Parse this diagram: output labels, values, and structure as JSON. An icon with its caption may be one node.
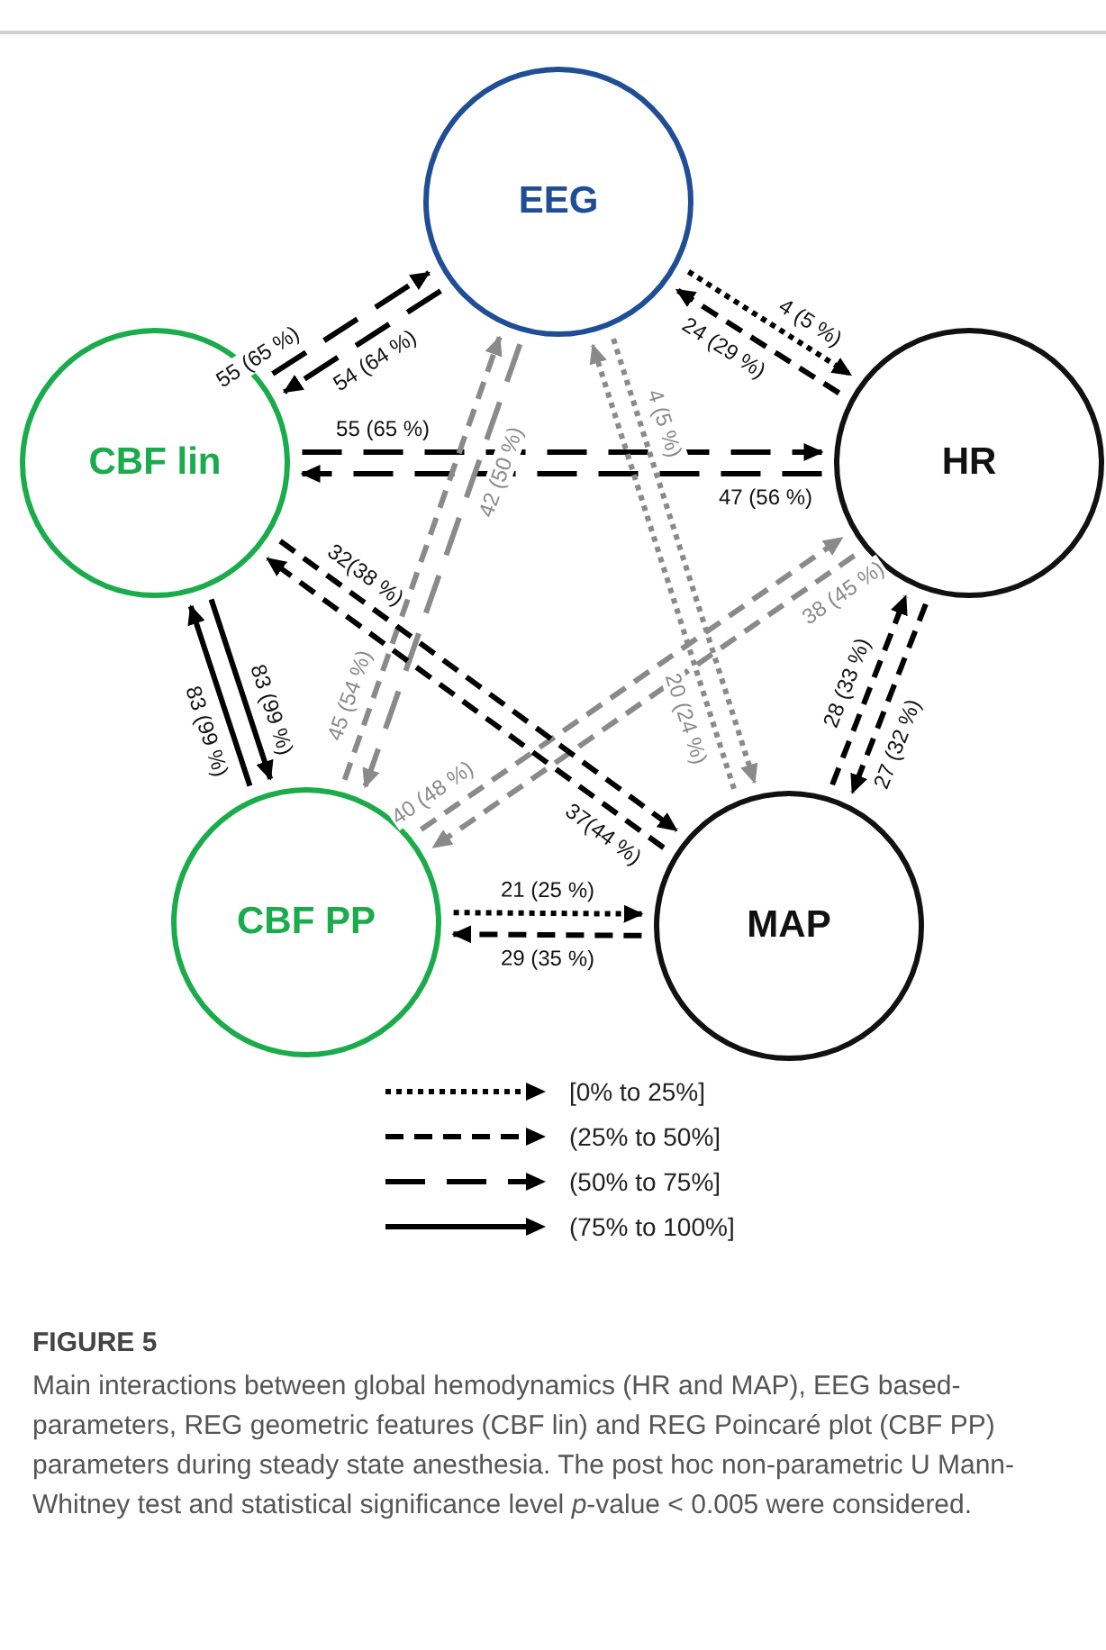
{
  "diagram": {
    "title": "FIGURE 5",
    "caption": "Main interactions between global hemodynamics (HR and MAP), EEG based-parameters, REG geometric features (CBF lin) and REG Poincaré plot (CBF PP) parameters during steady state anesthesia. The post hoc non-parametric U Mann-Whitney test and statistical significance level *p*-value < 0.005 were considered.",
    "nodes": [
      {
        "text": [
          "EEG"
        ]
      },
      {
        "text": [
          "CBF lin"
        ]
      },
      {
        "text": [
          "HR"
        ]
      },
      {
        "text": [
          "CBF PP"
        ]
      },
      {
        "text": [
          "MAP"
        ]
      }
    ],
    "edges": [
      {
        "from": 1,
        "to": 0,
        "arrow": "to",
        "label": "55 (65 %)",
        "style": "dashed"
      },
      {
        "from": 0,
        "to": 1,
        "arrow": "to",
        "label": "54 (64 %)",
        "style": "dashed"
      },
      {
        "from": 0,
        "to": 2,
        "arrow": "to",
        "label": "4 (5 %)",
        "style": "dashed"
      },
      {
        "from": 2,
        "to": 0,
        "arrow": "to",
        "label": "24 (29 %)",
        "style": "dashed"
      },
      {
        "from": 1,
        "to": 2,
        "arrow": "to",
        "label": "55 (65 %)",
        "style": "dashed"
      },
      {
        "from": 2,
        "to": 1,
        "arrow": "to",
        "label": "47 (56 %)",
        "style": "dashed"
      },
      {
        "from": 3,
        "to": 0,
        "arrow": "to",
        "label": "42 (50 %)",
        "style": "dashed",
        "color": "#8a8a8a"
      },
      {
        "from": 0,
        "to": 3,
        "arrow": "to",
        "label": "45 (54 %)",
        "style": "dashed",
        "color": "#8a8a8a"
      },
      {
        "from": 4,
        "to": 0,
        "arrow": "to",
        "label": "20 (24 %)",
        "style": "dashed",
        "color": "#8a8a8a"
      },
      {
        "from": 0,
        "to": 4,
        "arrow": "to",
        "label": "4 (5 %)",
        "style": "dashed",
        "color": "#8a8a8a"
      },
      {
        "from": 3,
        "to": 2,
        "arrow": "to",
        "label": "38 (45 %)",
        "style": "dashed",
        "color": "#8a8a8a"
      },
      {
        "from": 2,
        "to": 3,
        "arrow": "to",
        "label": "40 (48 %)",
        "style": "dashed",
        "color": "#8a8a8a"
      },
      {
        "from": 1,
        "to": 4,
        "arrow": "to",
        "label": "37(44 %)",
        "style": "dashed"
      },
      {
        "from": 4,
        "to": 1,
        "arrow": "to",
        "label": "32(38 %)",
        "style": "dashed"
      },
      {
        "from": 3,
        "to": 1,
        "arrow": "to",
        "label": "83 (99 %)"
      },
      {
        "from": 1,
        "to": 3,
        "arrow": "to",
        "label": "83 (99 %)"
      },
      {
        "from": 4,
        "to": 2,
        "arrow": "to",
        "label": "28 (33 %)",
        "style": "dashed"
      },
      {
        "from": 2,
        "to": 4,
        "arrow": "to",
        "label": "27 (32 %)",
        "style": "dashed"
      },
      {
        "from": 3,
        "to": 4,
        "arrow": "to",
        "label": "21 (25 %)",
        "style": "dashed"
      },
      {
        "from": 4,
        "to": 3,
        "arrow": "to",
        "label": "29 (35 %)",
        "style": "dashed"
      }
    ],
    "legend": [
      {
        "text": "[0% to 25%]"
      },
      {
        "text": "(25% to 50%]"
      },
      {
        "text": "(50% to 75%]"
      },
      {
        "text": "(75% to 100%]"
      }
    ]
  }
}
